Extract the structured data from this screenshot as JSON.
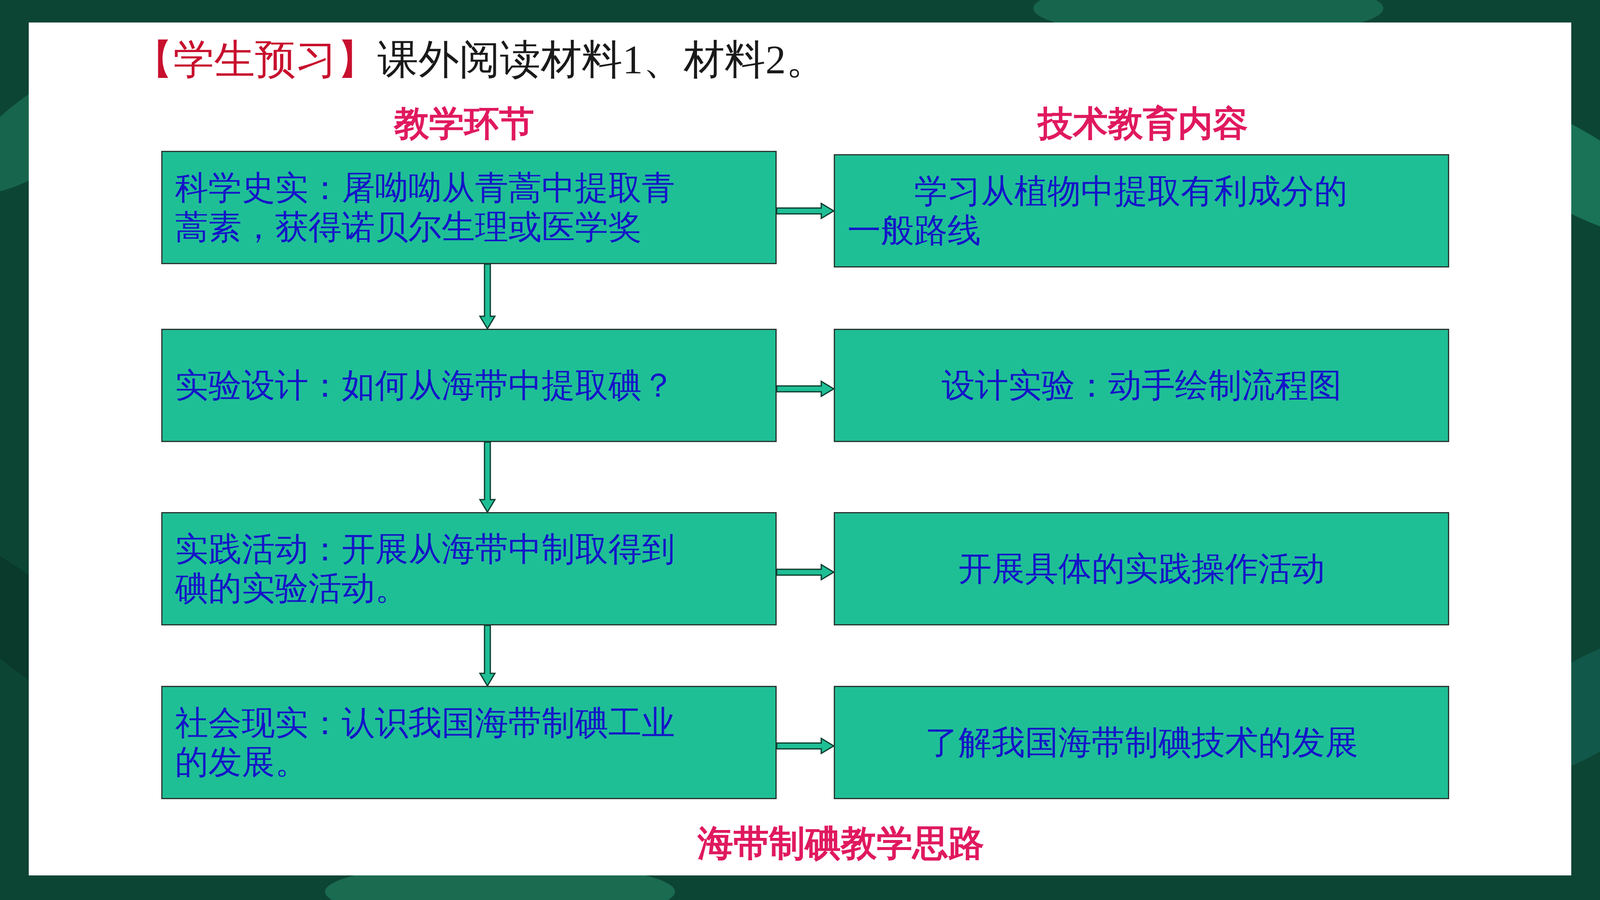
{
  "diagram": {
    "caption": "海带制碘教学思路",
    "nodes": [
      {
        "text": [
          "科学史实：屠呦呦从青蒿中提取青蒿素，获得诺贝尔生理或医学奖"
        ]
      },
      {
        "text": [
          "学习从植物中提取有利成分的一般路线"
        ]
      },
      {
        "text": [
          "实验设计：如何从海带中提取碘？"
        ]
      },
      {
        "text": [
          "设计实验：动手绘制流程图"
        ]
      },
      {
        "text": [
          "实践活动：开展从海带中制取得到碘的实验活动。"
        ]
      },
      {
        "text": [
          "开展具体的实践操作活动"
        ]
      },
      {
        "text": [
          "社会现实：认识我国海带制碘工业的发展。"
        ]
      },
      {
        "text": [
          "了解我国海带制碘技术的发展"
        ]
      }
    ],
    "edges": [
      {
        "from": 0,
        "to": 1,
        "arrow": "to"
      },
      {
        "from": 0,
        "to": 2,
        "arrow": "to"
      },
      {
        "from": 2,
        "to": 3,
        "arrow": "to"
      },
      {
        "from": 2,
        "to": 4,
        "arrow": "to"
      },
      {
        "from": 4,
        "to": 5,
        "arrow": "to"
      },
      {
        "from": 4,
        "to": 6,
        "arrow": "to"
      },
      {
        "from": 6,
        "to": 7,
        "arrow": "to"
      }
    ],
    "labels": [
      "【学生预习】",
      "课外阅读材料1、材料2。",
      "教学环节",
      "技术教育内容"
    ]
  }
}
